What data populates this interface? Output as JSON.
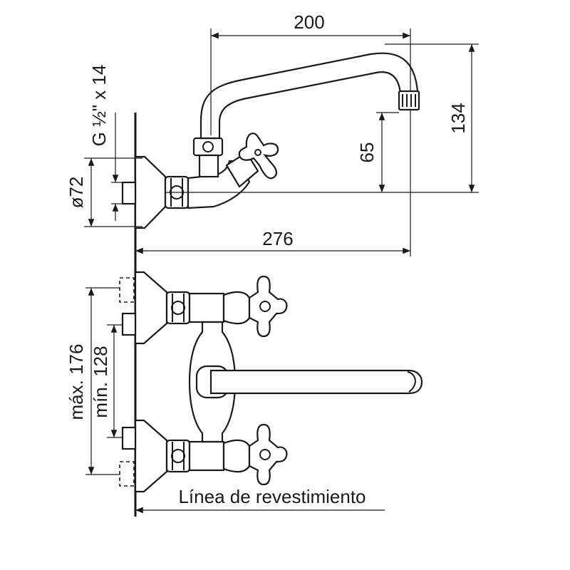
{
  "dimensions": {
    "spout_reach": "200",
    "total_length": "276",
    "total_height": "134",
    "spout_height": "65",
    "thread": "G ½\" x 14",
    "flange_diameter": "ø72",
    "max_spacing": "máx. 176",
    "min_spacing": "mín. 128"
  },
  "wall_line_label": "Línea de revestimiento"
}
